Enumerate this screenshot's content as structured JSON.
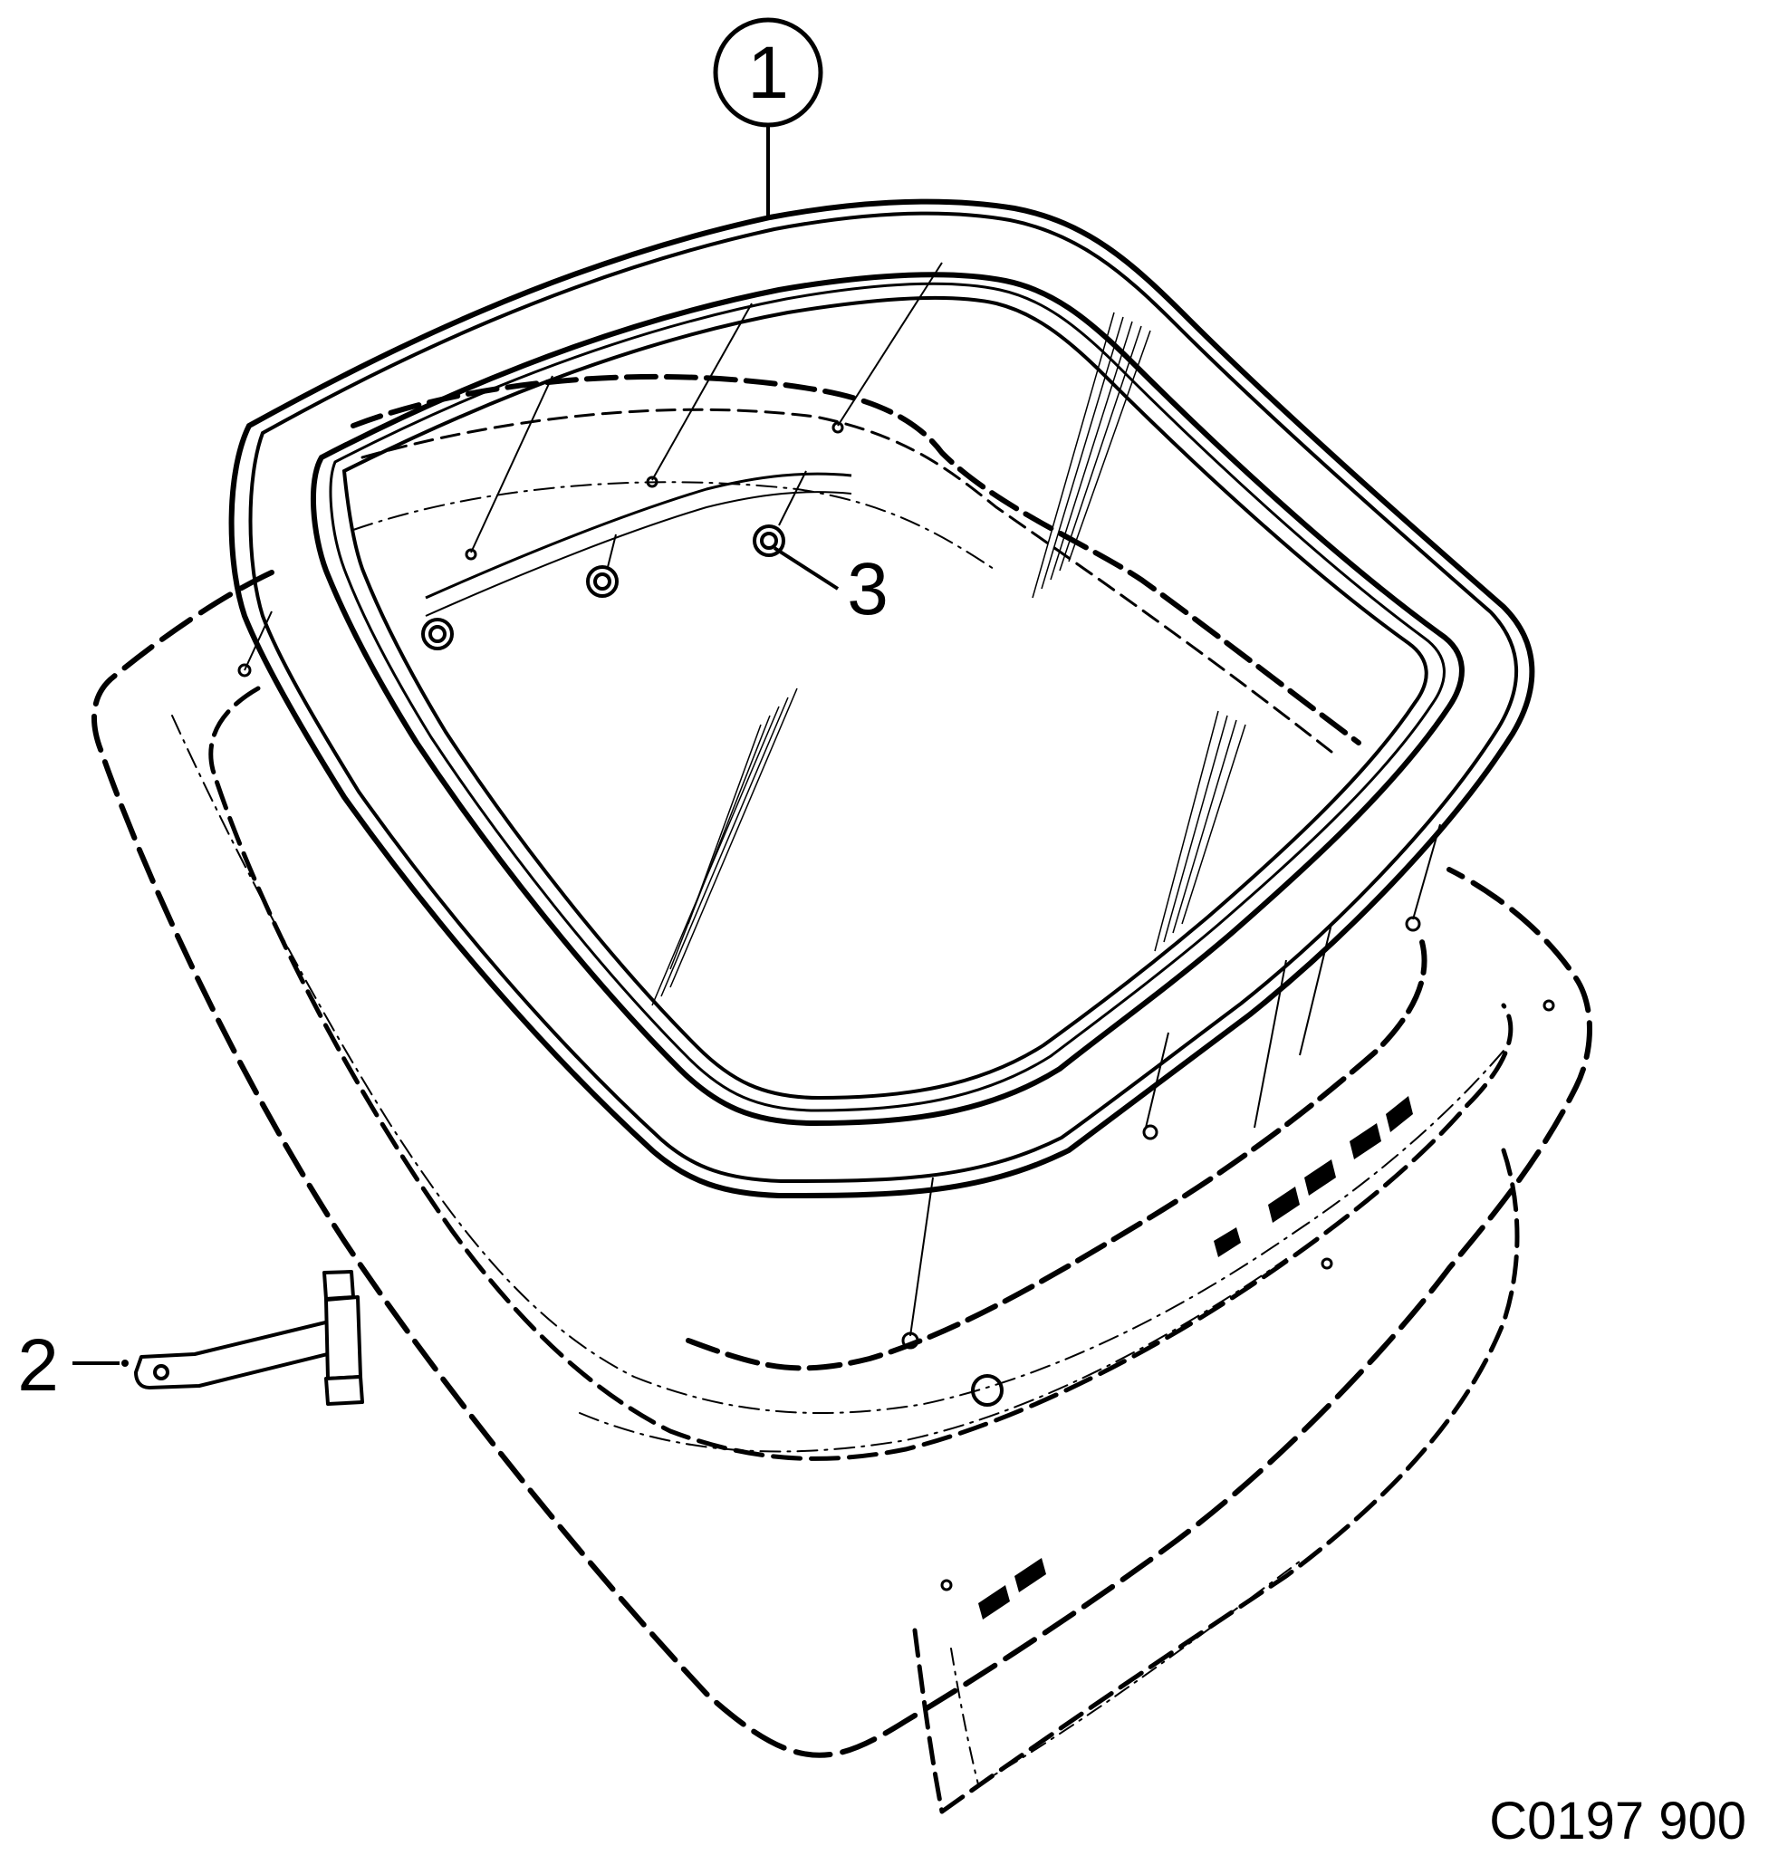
{
  "callouts": [
    {
      "id": "1",
      "label": "1",
      "style": "circled"
    },
    {
      "id": "2",
      "label": "2",
      "style": "plain"
    },
    {
      "id": "3",
      "label": "3",
      "style": "plain"
    }
  ],
  "figure_code": "C0197 900",
  "colors": {
    "ink": "#000000",
    "background": "#ffffff"
  }
}
